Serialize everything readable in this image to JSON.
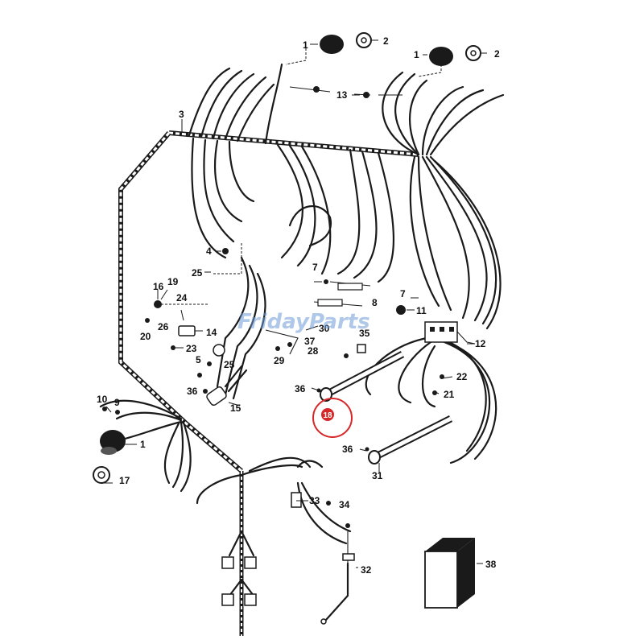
{
  "watermark": "FridayParts",
  "highlight": {
    "label": "18",
    "color": "#d62828"
  },
  "callouts": {
    "c1a": "1",
    "c2a": "2",
    "c1b": "1",
    "c2b": "2",
    "c13": "13",
    "c3": "3",
    "c4": "4",
    "c25a": "25",
    "c16": "16",
    "c19": "19",
    "c24": "24",
    "c26": "26",
    "c14": "14",
    "c20": "20",
    "c23": "23",
    "c5": "5",
    "c25b": "25",
    "c36a": "36",
    "c15": "15",
    "c10": "10",
    "c9": "9",
    "c1c": "1",
    "c17": "17",
    "c7a": "7",
    "c7b": "7",
    "c8": "8",
    "c11": "11",
    "c30": "30",
    "c35": "35",
    "c37": "37",
    "c28": "28",
    "c29": "29",
    "c36b": "36",
    "c12": "12",
    "c22": "22",
    "c21": "21",
    "c36c": "36",
    "c31": "31",
    "c33": "33",
    "c34": "34",
    "c32": "32",
    "c38": "38"
  },
  "colors": {
    "line": "#1a1a1a",
    "watermark": "#6f9ad6",
    "highlight": "#d62828"
  }
}
